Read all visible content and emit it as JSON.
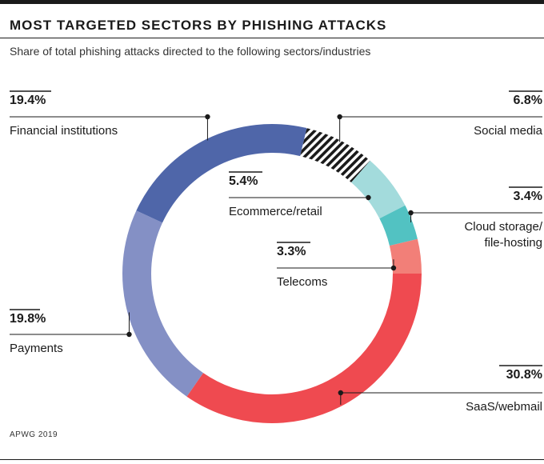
{
  "header": {
    "title": "MOST TARGETED SECTORS BY PHISHING ATTACKS",
    "subtitle": "Share of total phishing attacks directed to the following sectors/industries"
  },
  "footer": {
    "source": "APWG 2019"
  },
  "colors": {
    "saas": "#ef4a50",
    "payments": "#8490c5",
    "financial": "#4f66a9",
    "social": "#1a1a1a",
    "ecommerce": "#a3dbdc",
    "cloud": "#52c2c2",
    "telecoms": "#f27f78"
  },
  "chart_data": {
    "type": "donut",
    "title": "MOST TARGETED SECTORS BY PHISHING ATTACKS",
    "subtitle": "Share of total phishing attacks directed to the following sectors/industries",
    "slices": [
      {
        "key": "saas",
        "label": "SaaS/webmail",
        "value": 30.8,
        "pct": "30.8%"
      },
      {
        "key": "payments",
        "label": "Payments",
        "value": 19.8,
        "pct": "19.8%"
      },
      {
        "key": "financial",
        "label": "Financial institutions",
        "value": 19.4,
        "pct": "19.4%"
      },
      {
        "key": "social",
        "label": "Social media",
        "value": 6.8,
        "pct": "6.8%"
      },
      {
        "key": "ecommerce",
        "label": "Ecommerce/retail",
        "value": 5.4,
        "pct": "5.4%"
      },
      {
        "key": "cloud",
        "label": "Cloud storage/ file-hosting",
        "label_lines": [
          "Cloud storage/",
          "file-hosting"
        ],
        "value": 3.4,
        "pct": "3.4%"
      },
      {
        "key": "telecoms",
        "label": "Telecoms",
        "value": 3.3,
        "pct": "3.3%"
      }
    ],
    "legend": "callout labels"
  }
}
